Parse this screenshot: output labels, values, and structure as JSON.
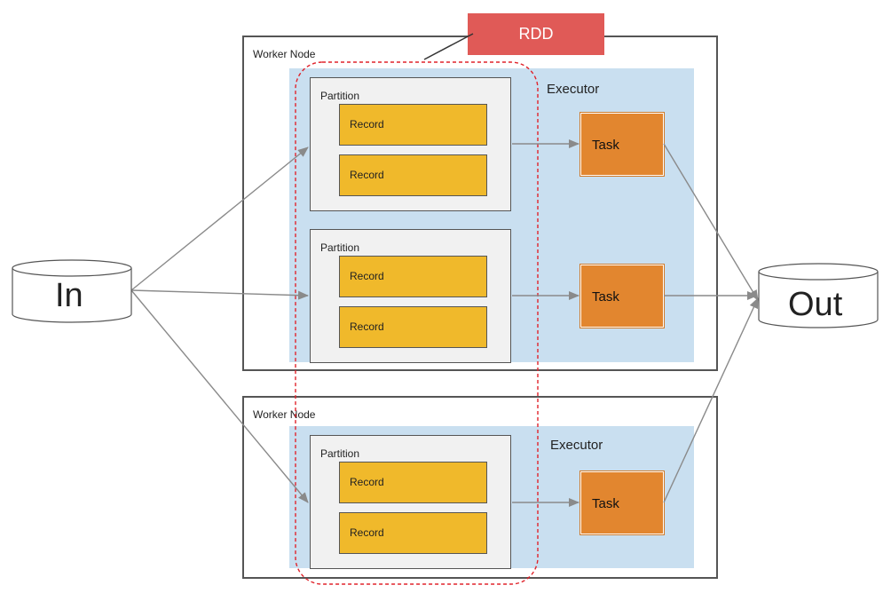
{
  "rdd_label": "RDD",
  "input_label": "In",
  "output_label": "Out",
  "worker_nodes": [
    {
      "label": "Worker Node",
      "executor_label": "Executor",
      "partitions": [
        {
          "label": "Partition",
          "records": [
            "Record",
            "Record"
          ],
          "task": "Task"
        },
        {
          "label": "Partition",
          "records": [
            "Record",
            "Record"
          ],
          "task": "Task"
        }
      ]
    },
    {
      "label": "Worker Node",
      "executor_label": "Executor",
      "partitions": [
        {
          "label": "Partition",
          "records": [
            "Record",
            "Record"
          ],
          "task": "Task"
        }
      ]
    }
  ],
  "colors": {
    "rdd": "#e05a57",
    "executor": "#c9dff0",
    "partition": "#f1f1f1",
    "record": "#f0b92b",
    "task": "#e2862f",
    "rdd_outline": "#e0232b"
  }
}
